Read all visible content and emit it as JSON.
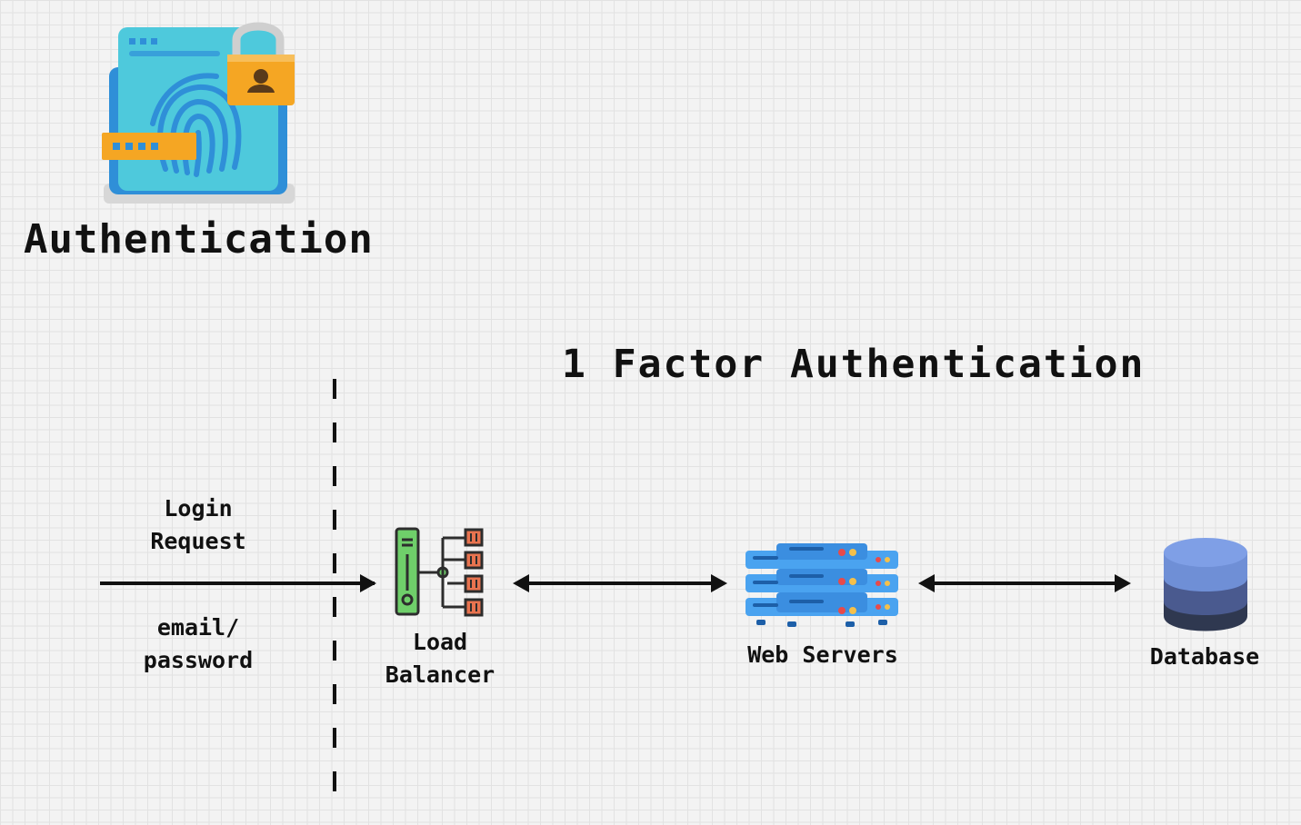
{
  "header": {
    "icon": "fingerprint-lock-icon",
    "title": "Authentication"
  },
  "diagram": {
    "subtitle": "1 Factor Authentication",
    "request_label": [
      "Login",
      "Request"
    ],
    "payload_label": [
      "email/",
      "password"
    ],
    "nodes": [
      {
        "id": "load-balancer",
        "icon": "load-balancer-icon",
        "label": [
          "Load",
          "Balancer"
        ]
      },
      {
        "id": "web-servers",
        "icon": "server-rack-icon",
        "label": [
          "Web Servers"
        ]
      },
      {
        "id": "database",
        "icon": "database-icon",
        "label": [
          "Database"
        ]
      }
    ]
  },
  "colors": {
    "background": "#f3f3f3",
    "grid": "#e2e2e2",
    "text": "#111111",
    "tablet": "#4ec9dc",
    "tablet_dark": "#2f8fd8",
    "accent_orange": "#f5a623",
    "lb_green": "#6fcf6a",
    "lb_red": "#e8734f",
    "server_blue": "#4aa3f0",
    "db_top": "#6f8fd6",
    "db_mid": "#4a5a8f",
    "db_bottom": "#2f3850"
  }
}
